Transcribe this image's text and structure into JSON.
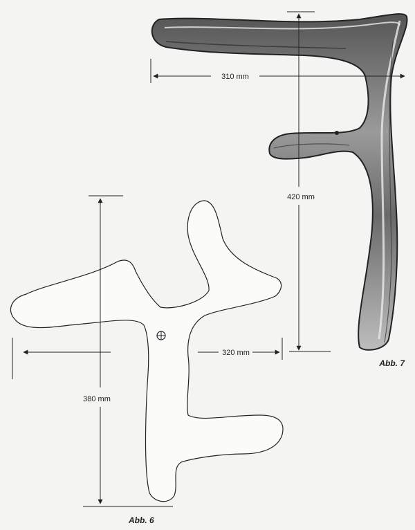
{
  "figures": [
    {
      "caption": "Abb. 7",
      "dimensions": {
        "width": "310 mm",
        "height": "420 mm"
      }
    },
    {
      "caption": "Abb. 6",
      "dimensions": {
        "width": "320 mm",
        "height": "380 mm"
      }
    }
  ],
  "colors": {
    "ink": "#222222",
    "paper": "#f4f4f2",
    "wood_dark": "#3a3a3a",
    "wood_mid": "#8a8a8a"
  }
}
